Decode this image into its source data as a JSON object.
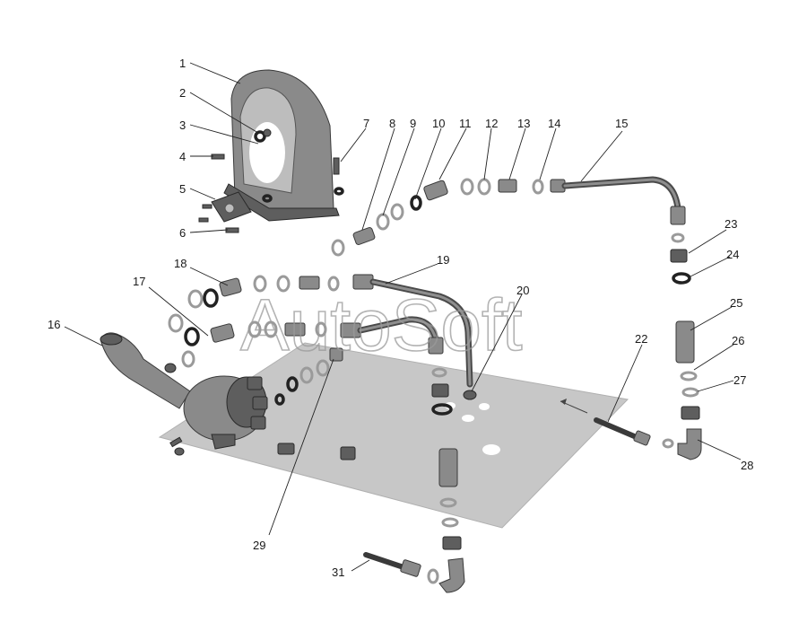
{
  "watermark": "AutoSoft",
  "callouts": [
    {
      "id": "1",
      "label": "1"
    },
    {
      "id": "2",
      "label": "2"
    },
    {
      "id": "3",
      "label": "3"
    },
    {
      "id": "4",
      "label": "4"
    },
    {
      "id": "5",
      "label": "5"
    },
    {
      "id": "6",
      "label": "6"
    },
    {
      "id": "7",
      "label": "7"
    },
    {
      "id": "8",
      "label": "8"
    },
    {
      "id": "9",
      "label": "9"
    },
    {
      "id": "10",
      "label": "10"
    },
    {
      "id": "11",
      "label": "11"
    },
    {
      "id": "12",
      "label": "12"
    },
    {
      "id": "13",
      "label": "13"
    },
    {
      "id": "14",
      "label": "14"
    },
    {
      "id": "15",
      "label": "15"
    },
    {
      "id": "16",
      "label": "16"
    },
    {
      "id": "17",
      "label": "17"
    },
    {
      "id": "18",
      "label": "18"
    },
    {
      "id": "19",
      "label": "19"
    },
    {
      "id": "20",
      "label": "20"
    },
    {
      "id": "22",
      "label": "22"
    },
    {
      "id": "23",
      "label": "23"
    },
    {
      "id": "24",
      "label": "24"
    },
    {
      "id": "25",
      "label": "25"
    },
    {
      "id": "26",
      "label": "26"
    },
    {
      "id": "27",
      "label": "27"
    },
    {
      "id": "28",
      "label": "28"
    },
    {
      "id": "29",
      "label": "29"
    },
    {
      "id": "31",
      "label": "31"
    }
  ]
}
